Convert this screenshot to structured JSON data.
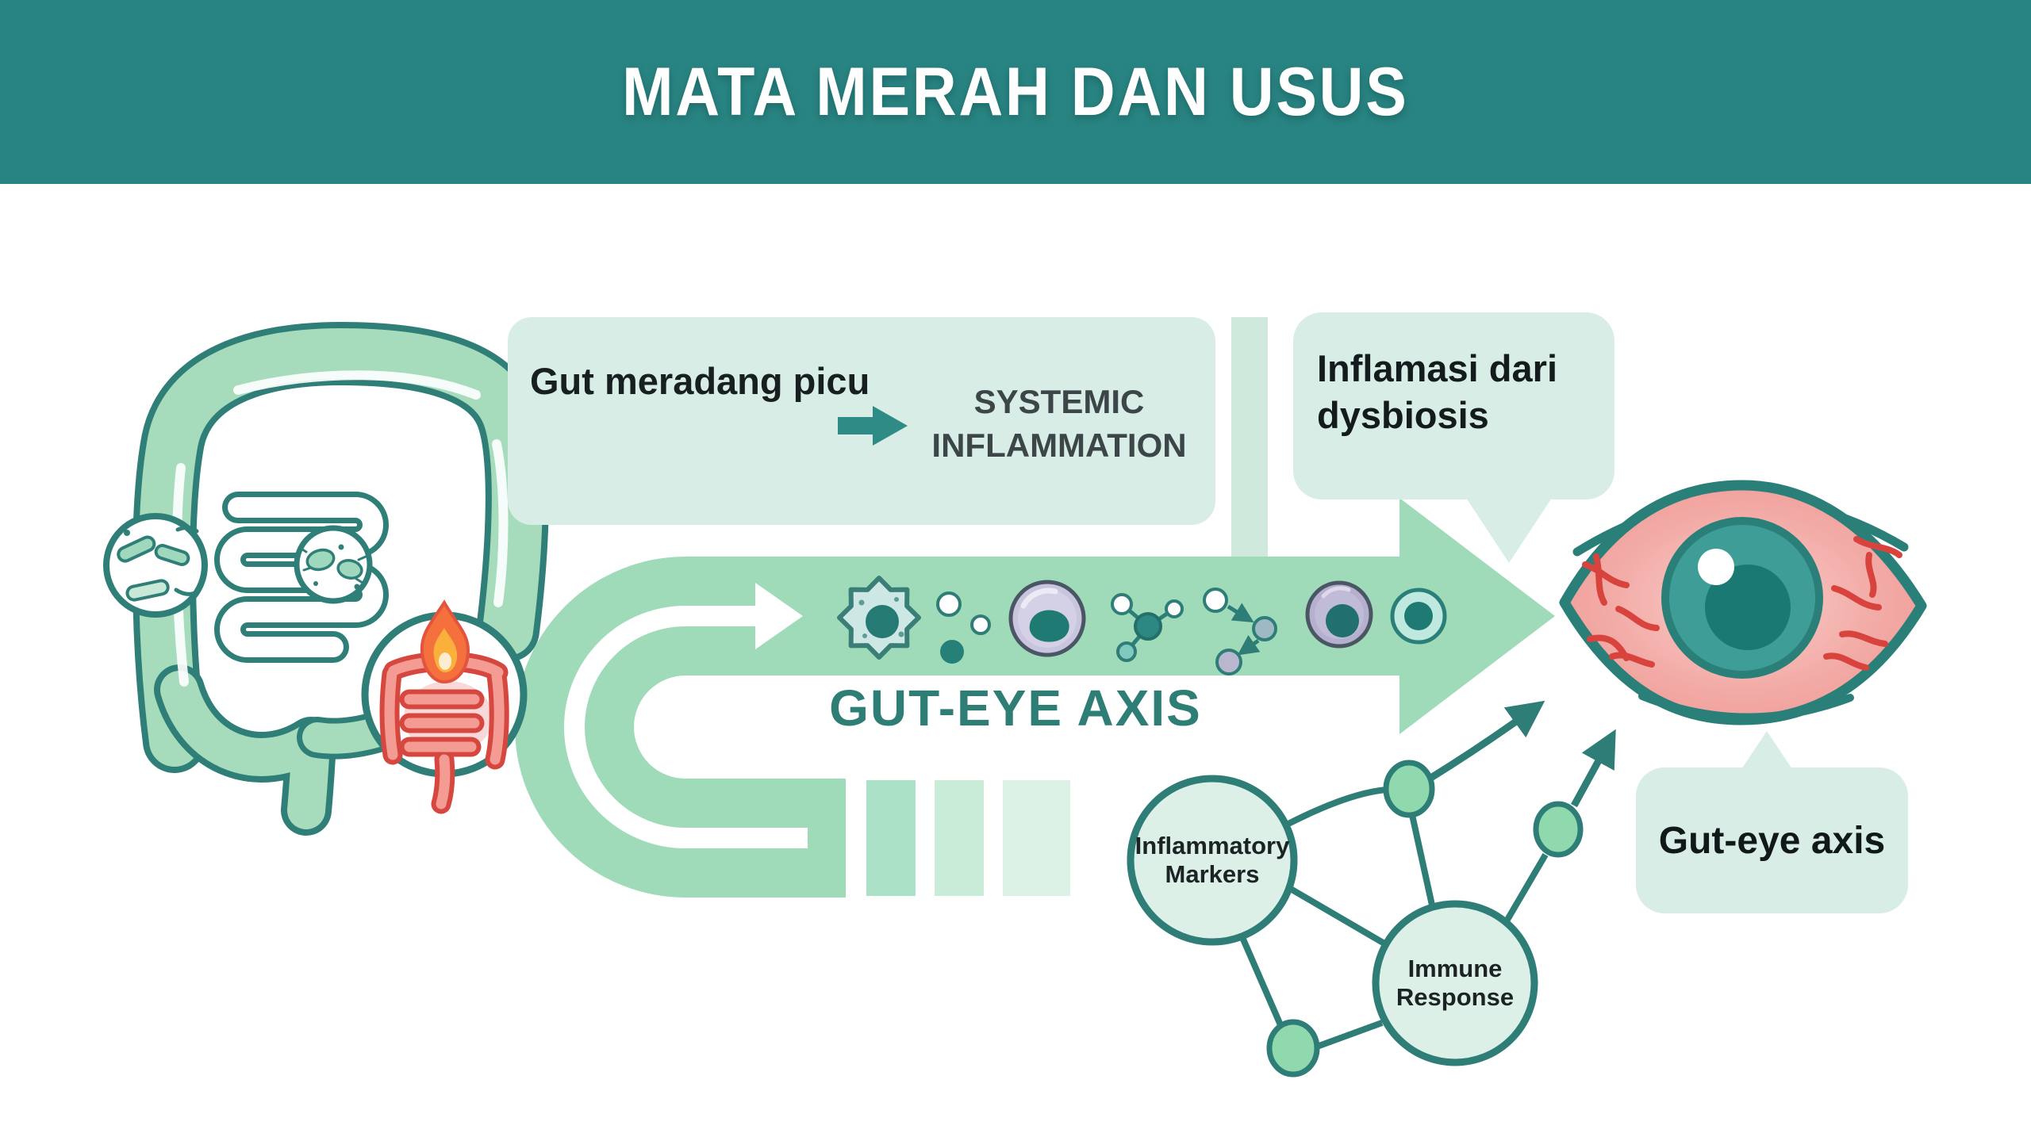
{
  "header": {
    "title": "MATA MERAH DAN USUS"
  },
  "trigger_box": {
    "left_text": "Gut meradang picu",
    "right_text": "SYSTEMIC INFLAMMATION"
  },
  "bubbles": {
    "dysbiosis": "Inflamasi dari dysbiosis",
    "gut_eye": "Gut-eye axis"
  },
  "axis_label": "GUT-EYE AXIS",
  "network": {
    "nodes": [
      {
        "label": "Inflammatory Markers"
      },
      {
        "label": "Immune Response"
      }
    ]
  },
  "icons": {
    "colon-icon": "green large-intestine outline with small-intestine coils",
    "microbiome-magnifier-icon": "circle with green rod bacteria",
    "bacteria-magnifier-icon": "circle with two spiky microbes",
    "gut-inflammation-icon": "circle with red inflamed gut and flame",
    "flame-icon": "orange-yellow flame",
    "loop-arrow-icon": "U-shaped green band with white arrow",
    "right-arrow-icon": "teal right arrow",
    "macrophage-icon": "spiky immune cell",
    "particles-icon": "small circles",
    "leukocyte-icon": "large cell with bean nucleus",
    "molecule-icon": "linked spheres",
    "signaling-icon": "circles with small arrows",
    "monocyte-icon": "round cell with dark nucleus",
    "t-cell-icon": "teal ring cell",
    "red-eye-icon": "bloodshot eye with teal iris",
    "network-node-icon": "small green ellipse node",
    "up-right-arrow-icon": "teal arrow toward eye"
  },
  "colors": {
    "header_teal": "#288482",
    "mint_panel": "#d8ede5",
    "band_green": "#a0dbb9",
    "band_fade_1": "#abe1c6",
    "band_fade_2": "#c9ecd9",
    "band_fade_3": "#ddf2e6",
    "outline_teal": "#2e7d76",
    "axis_text_teal": "#2e7e75",
    "dark_text": "#181f20",
    "gray_text": "#3c4649",
    "vessel_red": "#d8433d",
    "sclera_pink": "#f3aca8",
    "iris_teal": "#3f9d97",
    "pupil_teal": "#1a7a73",
    "flame_orange": "#f4703c",
    "flame_yellow": "#fbb03b",
    "inflamed_salmon": "#f49b93",
    "node_fill": "#90d9af"
  }
}
